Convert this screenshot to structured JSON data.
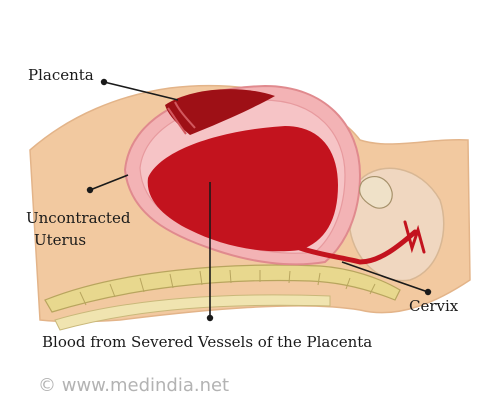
{
  "labels": {
    "placenta": "Placenta",
    "uncontracted_line1": "Uncontracted",
    "uncontracted_line2": "Uterus",
    "cervix": "Cervix",
    "blood": "Blood from Severed  Vessels of the Placenta"
  },
  "watermark": "© www.medindia.net",
  "colors": {
    "skin": "#f2c9a0",
    "uterus_wall": "#f3b3b5",
    "blood": "#c3131e",
    "placenta": "#9e1016",
    "spine": "#e8d88e",
    "leader_line": "#1a1a1a"
  }
}
